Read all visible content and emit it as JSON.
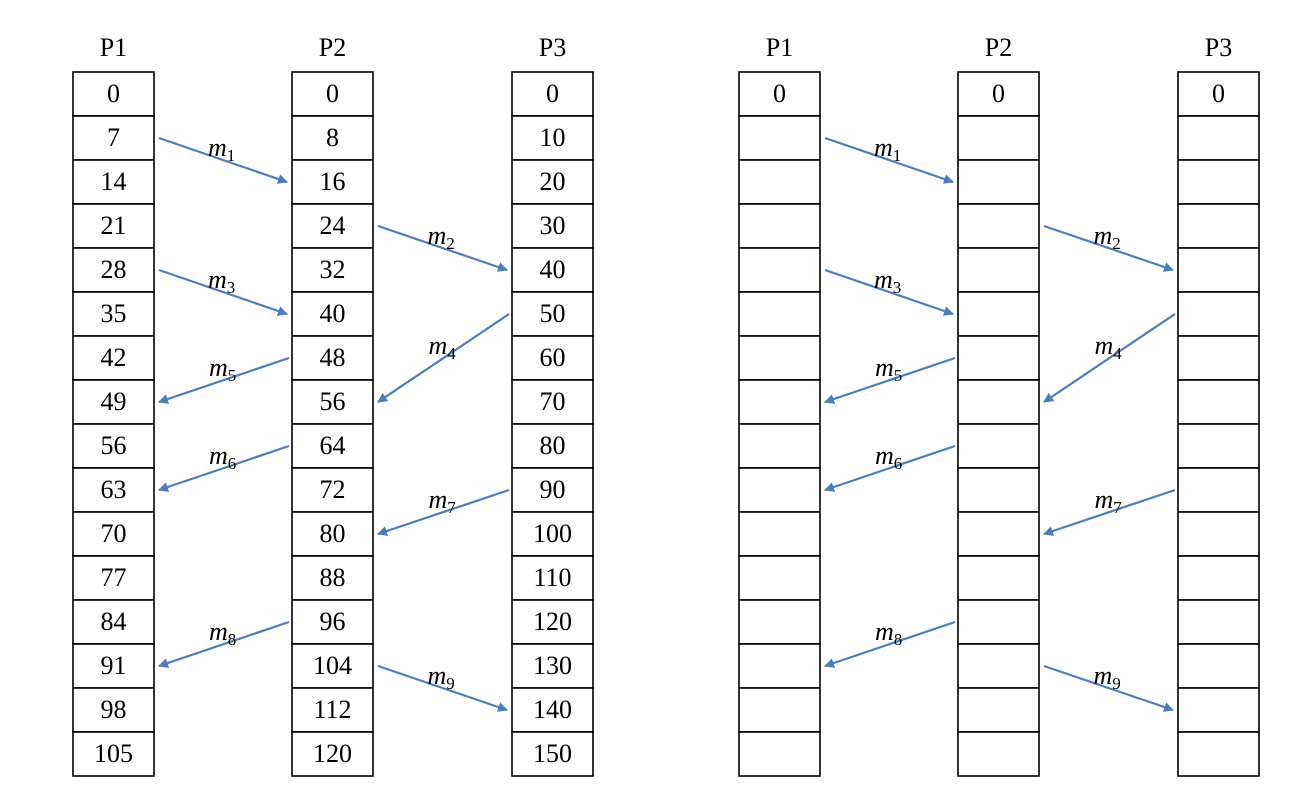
{
  "diagrams": [
    {
      "processes": [
        {
          "name": "P1",
          "cells": [
            "0",
            "7",
            "14",
            "21",
            "28",
            "35",
            "42",
            "49",
            "56",
            "63",
            "70",
            "77",
            "84",
            "91",
            "98",
            "105"
          ]
        },
        {
          "name": "P2",
          "cells": [
            "0",
            "8",
            "16",
            "24",
            "32",
            "40",
            "48",
            "56",
            "64",
            "72",
            "80",
            "88",
            "96",
            "104",
            "112",
            "120"
          ]
        },
        {
          "name": "P3",
          "cells": [
            "0",
            "10",
            "20",
            "30",
            "40",
            "50",
            "60",
            "70",
            "80",
            "90",
            "100",
            "110",
            "120",
            "130",
            "140",
            "150"
          ]
        }
      ]
    },
    {
      "processes": [
        {
          "name": "P1",
          "cells": [
            "0",
            "",
            "",
            "",
            "",
            "",
            "",
            "",
            "",
            "",
            "",
            "",
            "",
            "",
            "",
            ""
          ]
        },
        {
          "name": "P2",
          "cells": [
            "0",
            "",
            "",
            "",
            "",
            "",
            "",
            "",
            "",
            "",
            "",
            "",
            "",
            "",
            "",
            ""
          ]
        },
        {
          "name": "P3",
          "cells": [
            "0",
            "",
            "",
            "",
            "",
            "",
            "",
            "",
            "",
            "",
            "",
            "",
            "",
            "",
            "",
            ""
          ]
        }
      ]
    }
  ],
  "messages": [
    {
      "base": "m",
      "sub": "1",
      "from": 0,
      "from_cell": 1,
      "to": 1,
      "to_cell": 2
    },
    {
      "base": "m",
      "sub": "2",
      "from": 1,
      "from_cell": 3,
      "to": 2,
      "to_cell": 4
    },
    {
      "base": "m",
      "sub": "3",
      "from": 0,
      "from_cell": 4,
      "to": 1,
      "to_cell": 5
    },
    {
      "base": "m",
      "sub": "4",
      "from": 2,
      "from_cell": 5,
      "to": 1,
      "to_cell": 7
    },
    {
      "base": "m",
      "sub": "5",
      "from": 1,
      "from_cell": 6,
      "to": 0,
      "to_cell": 7
    },
    {
      "base": "m",
      "sub": "6",
      "from": 1,
      "from_cell": 8,
      "to": 0,
      "to_cell": 9
    },
    {
      "base": "m",
      "sub": "7",
      "from": 2,
      "from_cell": 9,
      "to": 1,
      "to_cell": 10
    },
    {
      "base": "m",
      "sub": "8",
      "from": 1,
      "from_cell": 12,
      "to": 0,
      "to_cell": 13
    },
    {
      "base": "m",
      "sub": "9",
      "from": 1,
      "from_cell": 13,
      "to": 2,
      "to_cell": 14
    }
  ],
  "colors": {
    "arrow": "#4A7EBB",
    "border": "#000000"
  }
}
